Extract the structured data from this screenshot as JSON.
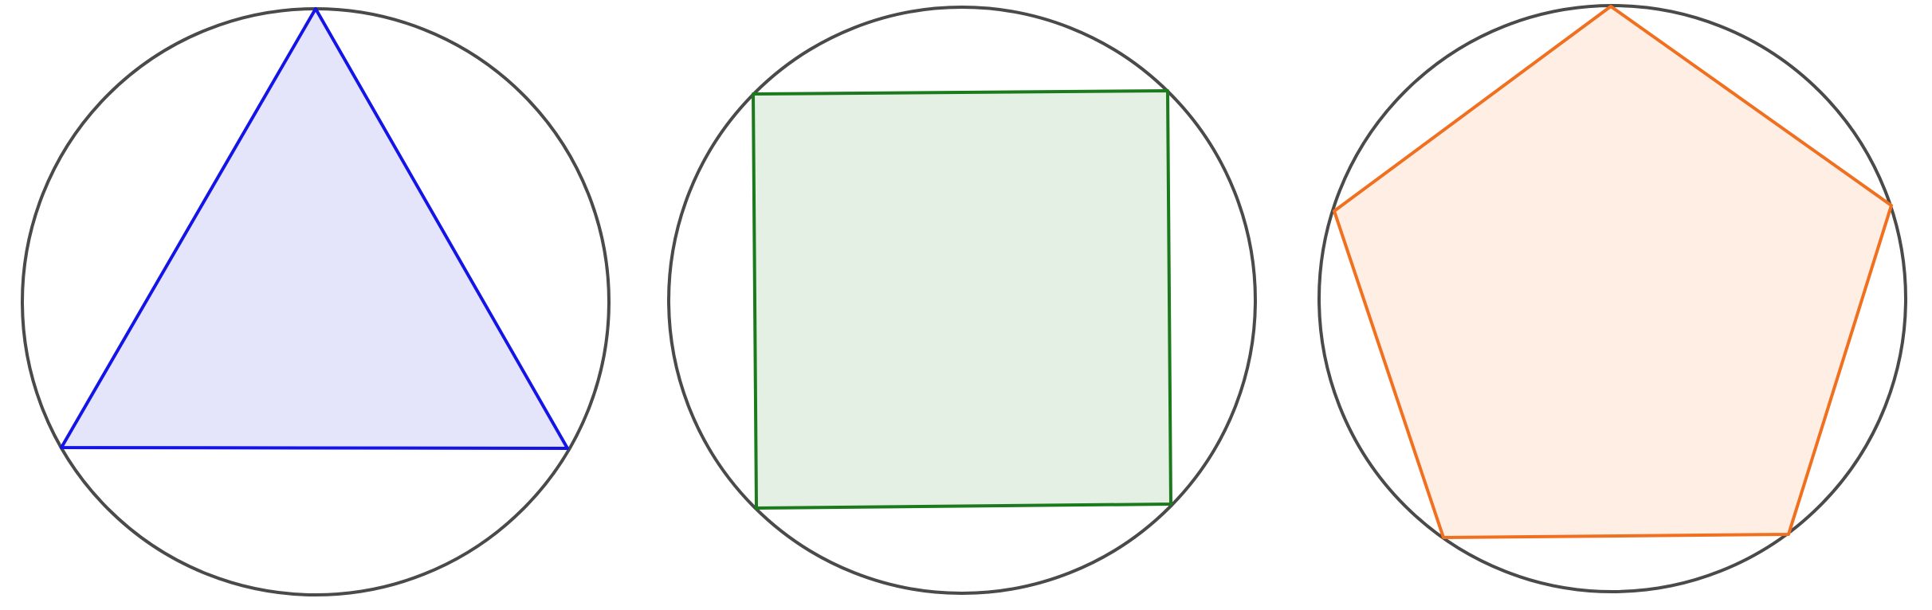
{
  "colors": {
    "background": "#ffffff",
    "circle_stroke": "#4a4a4a"
  },
  "figures": [
    {
      "name": "triangle",
      "sides": 3,
      "stroke": "#1414e6",
      "fill": "#e4e4fa"
    },
    {
      "name": "square",
      "sides": 4,
      "stroke": "#1b7a1b",
      "fill": "#e4f0e4"
    },
    {
      "name": "pentagon",
      "sides": 5,
      "stroke": "#f07020",
      "fill": "#feeee4"
    }
  ]
}
